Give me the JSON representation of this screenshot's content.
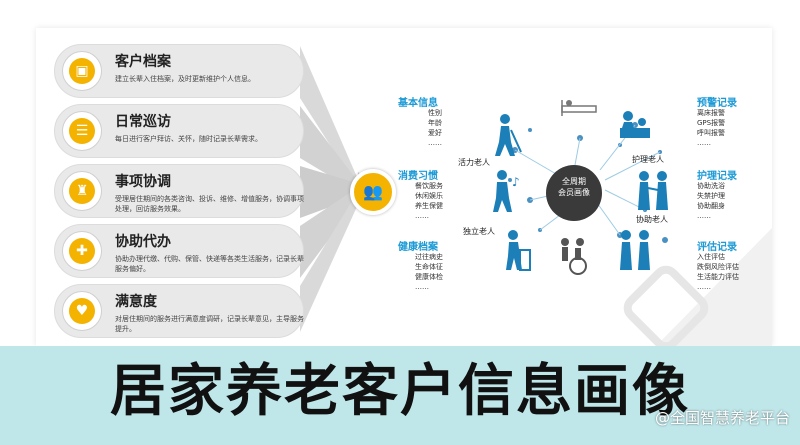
{
  "cards": [
    {
      "icon": "profile-icon",
      "title": "客户档案",
      "desc": "建立长辈入住档案，及时更新维护个人信息。"
    },
    {
      "icon": "patrol-icon",
      "title": "日常巡访",
      "desc": "每日进行客户拜访、关怀，随时记录长辈需求。"
    },
    {
      "icon": "coordination-icon",
      "title": "事项协调",
      "desc": "受理居住期间的各类咨询、投诉、维修、增值服务，协调事项处理，回访服务效果。"
    },
    {
      "icon": "cart-icon",
      "title": "协助代办",
      "desc": "协助办理代缴、代购、保管、快递等各类生活服务，记录长辈服务偏好。"
    },
    {
      "icon": "heart-home-icon",
      "title": "满意度",
      "desc": "对居住期间的服务进行满意度调研，记录长辈意见，主导服务提升。"
    }
  ],
  "hub_icon": "users-icon",
  "center": {
    "line1": "全周期",
    "line2": "会员画像"
  },
  "left_groups": [
    {
      "title": "基本信息",
      "items": [
        "性别",
        "年龄",
        "爱好",
        "……"
      ]
    },
    {
      "title": "消费习惯",
      "items": [
        "餐饮服务",
        "休闲娱乐",
        "养生保健",
        "……"
      ]
    },
    {
      "title": "健康档案",
      "items": [
        "过往病史",
        "生命体征",
        "健康体检",
        "……"
      ]
    }
  ],
  "right_groups": [
    {
      "title": "预警记录",
      "items": [
        "离床报警",
        "GPS报警",
        "呼叫报警",
        "……"
      ]
    },
    {
      "title": "护理记录",
      "items": [
        "协助洗浴",
        "失禁护理",
        "协助翻身",
        "……"
      ]
    },
    {
      "title": "评估记录",
      "items": [
        "入住评估",
        "跌倒风险评估",
        "生活能力评估",
        "……"
      ]
    }
  ],
  "persons": {
    "active": "活力老人",
    "independent": "独立老人",
    "care": "护理老人",
    "assist": "协助老人"
  },
  "colors": {
    "accent": "#f4b300",
    "blue": "#1c9ad6",
    "band": "#bfe7ea"
  },
  "banner_title": "居家养老客户信息画像",
  "watermark": "@全国智慧养老平台"
}
